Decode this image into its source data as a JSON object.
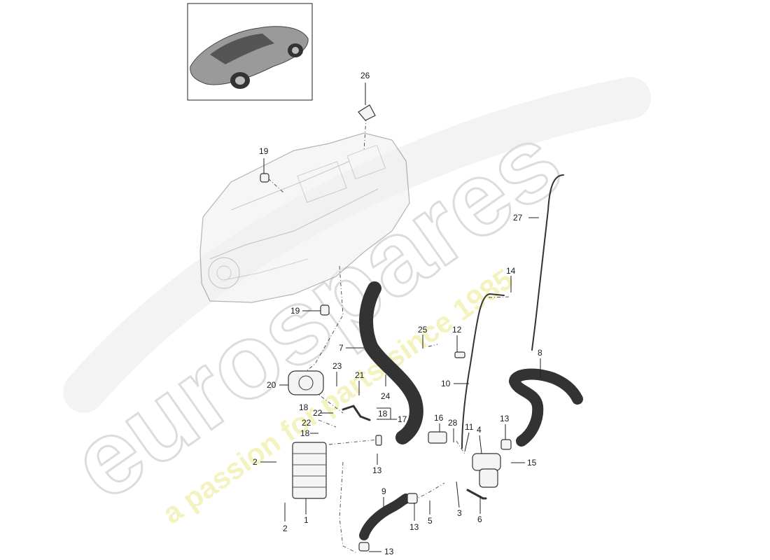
{
  "watermark": {
    "brand": "eurospares",
    "tagline": "a passion for parts since 1985"
  },
  "inset": {
    "label": "vehicle-overview-thumbnail"
  },
  "callouts": [
    {
      "id": "c26",
      "text": "26"
    },
    {
      "id": "c19a",
      "text": "19"
    },
    {
      "id": "c27",
      "text": "27"
    },
    {
      "id": "c14",
      "text": "14"
    },
    {
      "id": "c19b",
      "text": "19"
    },
    {
      "id": "c12",
      "text": "12"
    },
    {
      "id": "c25",
      "text": "25"
    },
    {
      "id": "c7",
      "text": "7"
    },
    {
      "id": "c8",
      "text": "8"
    },
    {
      "id": "c23",
      "text": "23"
    },
    {
      "id": "c21",
      "text": "21"
    },
    {
      "id": "c10",
      "text": "10"
    },
    {
      "id": "c20",
      "text": "20"
    },
    {
      "id": "c24",
      "text": "24"
    },
    {
      "id": "c18a",
      "text": "18"
    },
    {
      "id": "c22a",
      "text": "22"
    },
    {
      "id": "c18b",
      "text": "18"
    },
    {
      "id": "c17",
      "text": "17"
    },
    {
      "id": "c22b",
      "text": "22"
    },
    {
      "id": "c16",
      "text": "16"
    },
    {
      "id": "c28",
      "text": "28"
    },
    {
      "id": "c11",
      "text": "11"
    },
    {
      "id": "c4",
      "text": "4"
    },
    {
      "id": "c13a",
      "text": "13"
    },
    {
      "id": "c18c",
      "text": "18"
    },
    {
      "id": "c2a",
      "text": "2"
    },
    {
      "id": "c13b",
      "text": "13"
    },
    {
      "id": "c15",
      "text": "15"
    },
    {
      "id": "c9",
      "text": "9"
    },
    {
      "id": "c1",
      "text": "1"
    },
    {
      "id": "c2b",
      "text": "2"
    },
    {
      "id": "c13c",
      "text": "13"
    },
    {
      "id": "c5",
      "text": "5"
    },
    {
      "id": "c3",
      "text": "3"
    },
    {
      "id": "c6",
      "text": "6"
    },
    {
      "id": "c13d",
      "text": "13"
    }
  ]
}
